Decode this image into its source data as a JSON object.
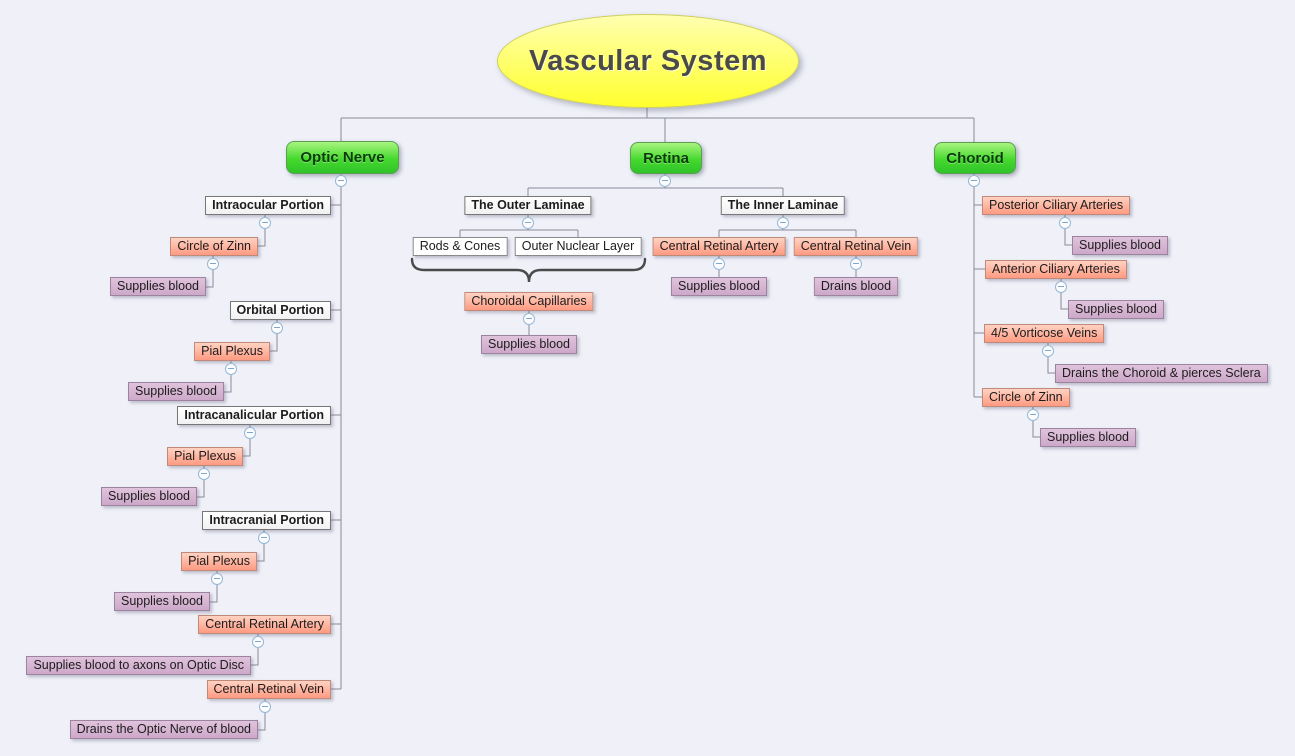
{
  "root": {
    "label": "Vascular System"
  },
  "branches": {
    "optic_nerve": {
      "label": "Optic Nerve",
      "intraocular": {
        "label": "Intraocular Portion",
        "circle_of_zinn": "Circle of Zinn",
        "supplies": "Supplies blood"
      },
      "orbital": {
        "label": "Orbital Portion",
        "pial_plexus": "Pial Plexus",
        "supplies": "Supplies blood"
      },
      "intracanalicular": {
        "label": "Intracanalicular Portion",
        "pial_plexus": "Pial Plexus",
        "supplies": "Supplies blood"
      },
      "intracranial": {
        "label": "Intracranial Portion",
        "pial_plexus": "Pial Plexus",
        "supplies": "Supplies blood"
      },
      "central_retinal_artery": {
        "label": "Central Retinal Artery",
        "supplies": "Supplies blood to axons on Optic Disc"
      },
      "central_retinal_vein": {
        "label": "Central Retinal Vein",
        "drains": "Drains the Optic Nerve of blood"
      }
    },
    "retina": {
      "label": "Retina",
      "outer_laminae": {
        "label": "The Outer Laminae",
        "rods_and_cones": "Rods & Cones",
        "outer_nuclear_layer": "Outer Nuclear Layer",
        "choroidal_capillaries": "Choroidal Capillaries",
        "supplies": "Supplies blood"
      },
      "inner_laminae": {
        "label": "The Inner Laminae",
        "central_retinal_artery": "Central Retinal Artery",
        "central_retinal_vein": "Central Retinal Vein",
        "supplies": "Supplies blood",
        "drains": "Drains blood"
      }
    },
    "choroid": {
      "label": "Choroid",
      "posterior_ciliary_arteries": {
        "label": "Posterior Ciliary Arteries",
        "supplies": "Supplies blood"
      },
      "anterior_ciliary_arteries": {
        "label": "Anterior Ciliary Arteries",
        "supplies": "Supplies blood"
      },
      "vorticose_veins": {
        "label": "4/5 Vorticose Veins",
        "drains": "Drains the Choroid & pierces Sclera"
      },
      "circle_of_zinn": {
        "label": "Circle of Zinn",
        "supplies": "Supplies blood"
      }
    }
  },
  "icons": {
    "collapse_toggle": "minus-in-circle"
  },
  "colors": {
    "background": "#eff0f8",
    "root_fill": "#ffff44",
    "branch_fill": "#3fd32f",
    "structure_fill": "#ffffff",
    "vessel_fill": "#ffa890",
    "function_fill": "#d6b3d2",
    "connector": "#8a8a9a"
  }
}
